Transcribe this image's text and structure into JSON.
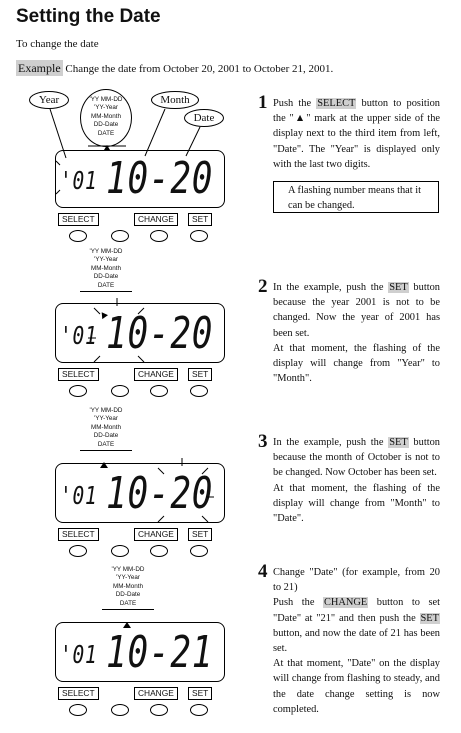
{
  "title": "Setting the Date",
  "subtitle": "To change the date",
  "example": {
    "label": "Example",
    "text": "Change the date from October 20, 2001 to October 21, 2001."
  },
  "callouts": {
    "year": "Year",
    "month": "Month",
    "date": "Date"
  },
  "menu": [
    "'YY MM-DD",
    "'YY-Year",
    "MM-Month",
    "DD-Date",
    "DATE"
  ],
  "displays": [
    {
      "year": "'01",
      "date": "10-20"
    },
    {
      "year": "'01",
      "date": "10-20"
    },
    {
      "year": "'01",
      "date": "10-20"
    },
    {
      "year": "'01",
      "date": "10-21"
    }
  ],
  "buttons": {
    "select": "SELECT",
    "change": "CHANGE",
    "set": "SET"
  },
  "steps": [
    {
      "number": "1",
      "pre": "Push the ",
      "button": "SELECT",
      "post": " button to position the \"▲\" mark at the upper side of the display next to the third item from left, \"Date\". The \"Year\" is displayed only with the last two digits.",
      "note": "A flashing number means that it can be changed."
    },
    {
      "number": "2",
      "pre": "In the example, push the ",
      "button": "SET",
      "post": " button because the year 2001 is not to be changed. Now the year of 2001 has been set.",
      "extra": "At that moment, the flashing of the display will change from \"Year\" to \"Month\"."
    },
    {
      "number": "3",
      "pre": "In the example, push the ",
      "button": "SET",
      "post": " button because the month of October is not to be changed. Now October has been set.",
      "extra": "At that moment, the flashing of the display will change from \"Month\" to \"Date\"."
    },
    {
      "number": "4",
      "line1": "Change \"Date\" (for example, from 20 to 21)",
      "pre": "Push the ",
      "button": "CHANGE",
      "mid": " button to set \"Date\" at \"21\" and then push the ",
      "button2": "SET",
      "post": " button, and now the date of 21 has been set.",
      "extra": "At that moment, \"Date\" on the display will change from flashing to steady, and the date change setting is now completed."
    }
  ]
}
